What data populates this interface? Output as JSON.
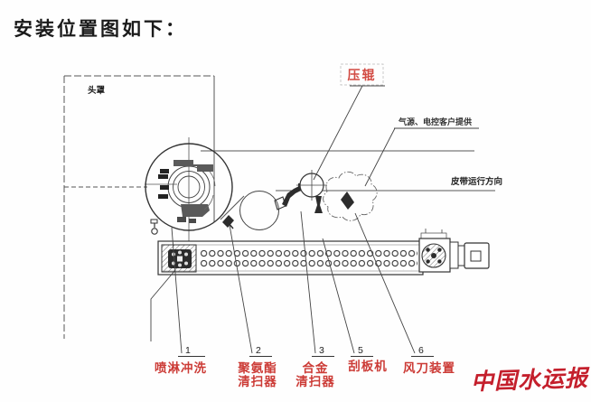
{
  "title": "安装位置图如下：",
  "diagram": {
    "head_cover_label": "头罩",
    "pressure_roller_label": "压辊",
    "air_supply_note": "气源、电控客户提供",
    "belt_direction_label": "皮带运行方向"
  },
  "parts": [
    {
      "num": "1",
      "line1": "喷淋冲洗",
      "line2": ""
    },
    {
      "num": "2",
      "line1": "聚氨酯",
      "line2": "清扫器"
    },
    {
      "num": "3",
      "line1": "合金",
      "line2": "清扫器"
    },
    {
      "num": "5",
      "line1": "刮板机",
      "line2": ""
    },
    {
      "num": "6",
      "line1": "风刀装置",
      "line2": ""
    }
  ],
  "watermark": "中国水运报",
  "colors": {
    "part_label_red": "#cc3b36",
    "pressure_roller_red": "#d24a42",
    "watermark_red": "#c41f2c",
    "drawing_line": "#3a3a3a"
  }
}
